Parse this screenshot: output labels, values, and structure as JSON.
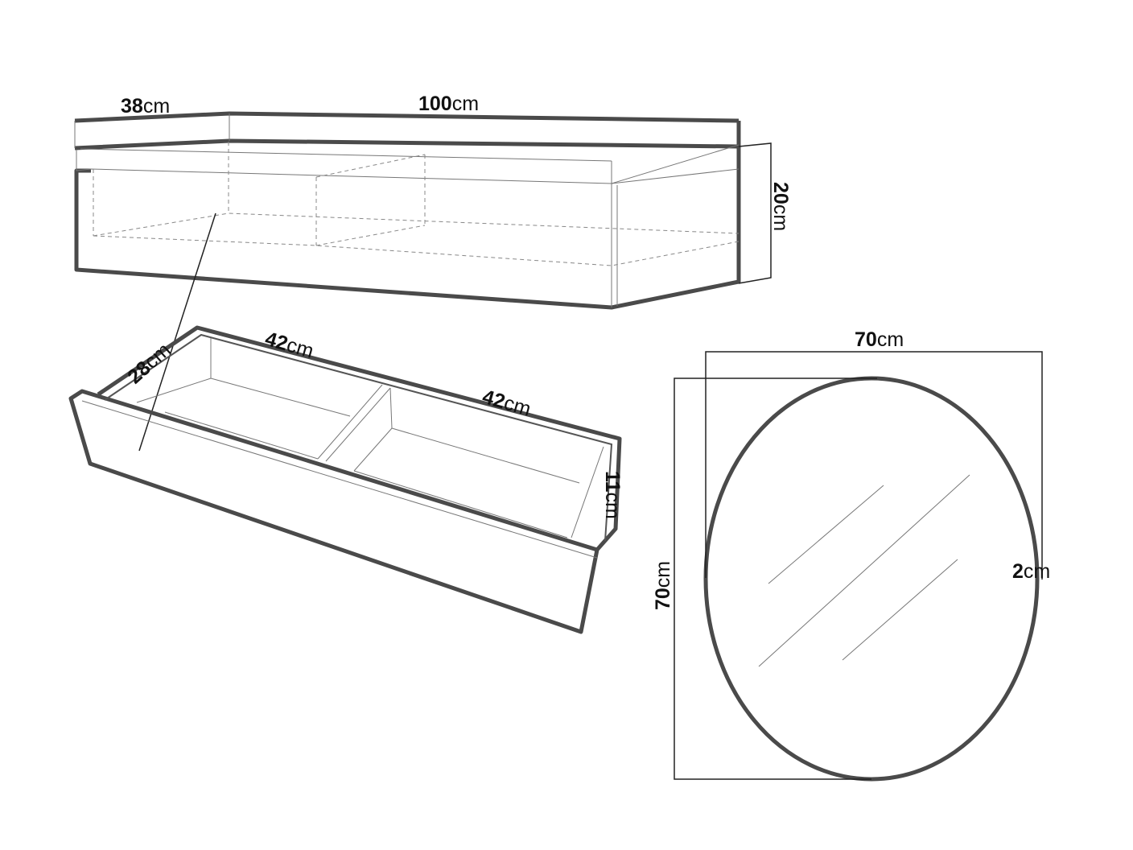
{
  "cabinet": {
    "depth": {
      "value": "38",
      "unit": "cm"
    },
    "width": {
      "value": "100",
      "unit": "cm"
    },
    "height": {
      "value": "20",
      "unit": "cm"
    }
  },
  "drawer": {
    "depth": {
      "value": "28",
      "unit": "cm"
    },
    "compartment_1": {
      "value": "42",
      "unit": "cm"
    },
    "compartment_2": {
      "value": "42",
      "unit": "cm"
    },
    "height": {
      "value": "11",
      "unit": "cm"
    }
  },
  "mirror": {
    "width": {
      "value": "70",
      "unit": "cm"
    },
    "height": {
      "value": "70",
      "unit": "cm"
    },
    "thickness": {
      "value": "2",
      "unit": "cm"
    }
  }
}
